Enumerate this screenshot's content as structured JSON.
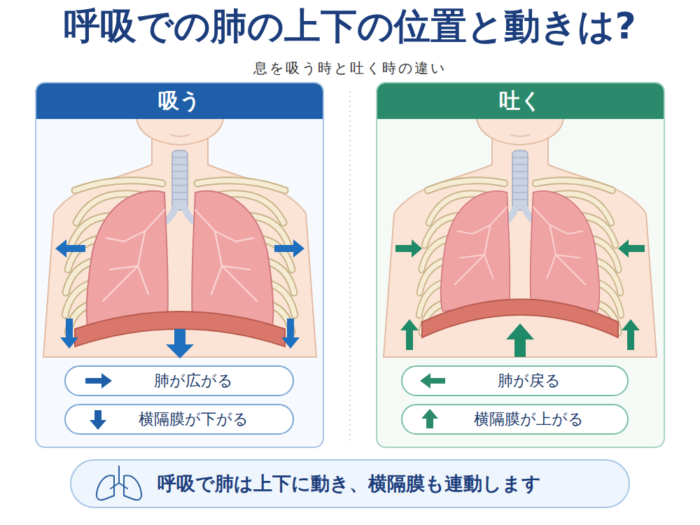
{
  "diagram": {
    "title": "呼吸での肺の上下の位置と動きは?",
    "nodes": [
      {
        "text": [
          "吸う"
        ]
      },
      {
        "text": [
          "肺が広がる"
        ],
        "in": 0
      },
      {
        "text": [
          "横隔膜が下がる"
        ],
        "in": 0
      },
      {
        "text": [
          "吐く"
        ]
      },
      {
        "text": [
          "肺が戻る"
        ],
        "in": 3
      },
      {
        "text": [
          "横隔膜が上がる"
        ],
        "in": 3
      },
      {
        "text": [
          "呼吸で肺は上下に動き、横隔膜も連動します"
        ]
      }
    ],
    "labels": [
      "息を吸う時と吐く時の違い"
    ]
  }
}
